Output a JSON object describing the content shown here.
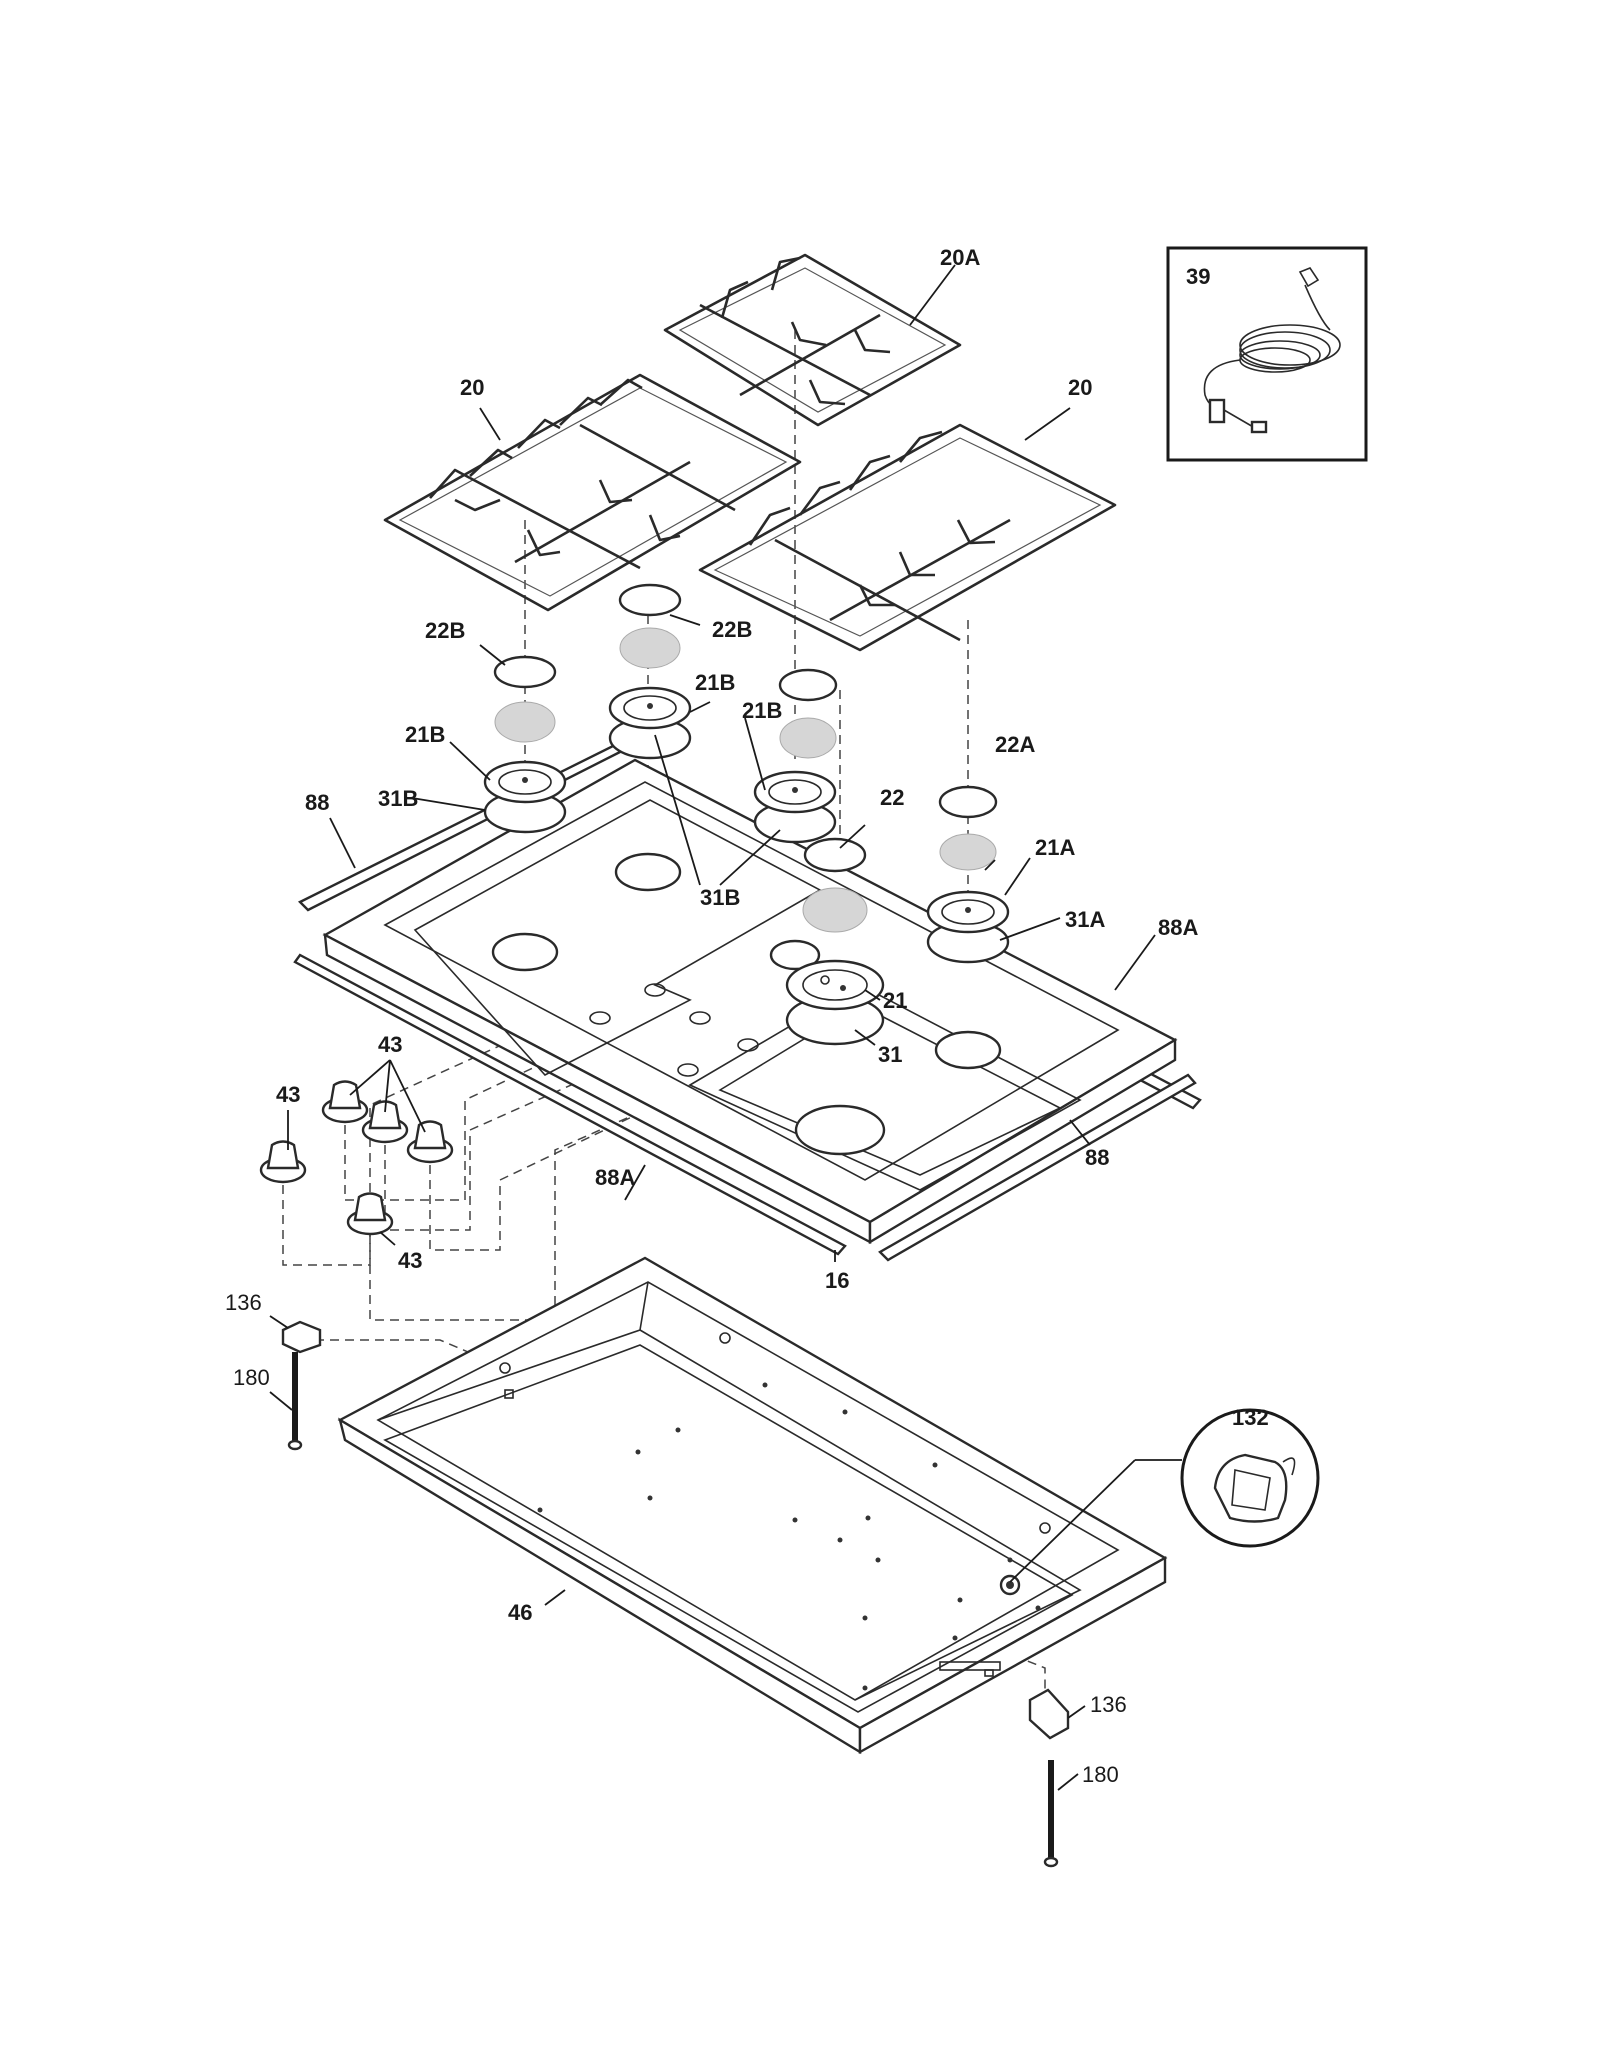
{
  "labels": {
    "grate_20A": "20A",
    "grate_20_left": "20",
    "grate_20_right": "20",
    "cord_39": "39",
    "cap_22B_left": "22B",
    "cap_22B_mid": "22B",
    "cap_22A": "22A",
    "cap_22": "22",
    "head_21B_left": "21B",
    "head_21B_mid": "21B",
    "head_21B_right": "21B",
    "head_21A": "21A",
    "head_21": "21",
    "ring_31B_left": "31B",
    "ring_31B_mid": "31B",
    "ring_31A": "31A",
    "ring_31": "31",
    "trim_88_left": "88",
    "trim_88_right": "88",
    "trim_88A_right": "88A",
    "trim_88A_front": "88A",
    "knob_43_a": "43",
    "knob_43_b": "43",
    "knob_43_c": "43",
    "cooktop_16": "16",
    "bracket_136_left": "136",
    "bracket_136_right": "136",
    "screw_180_left": "180",
    "screw_180_right": "180",
    "burner_box_46": "46",
    "clip_132": "132"
  }
}
